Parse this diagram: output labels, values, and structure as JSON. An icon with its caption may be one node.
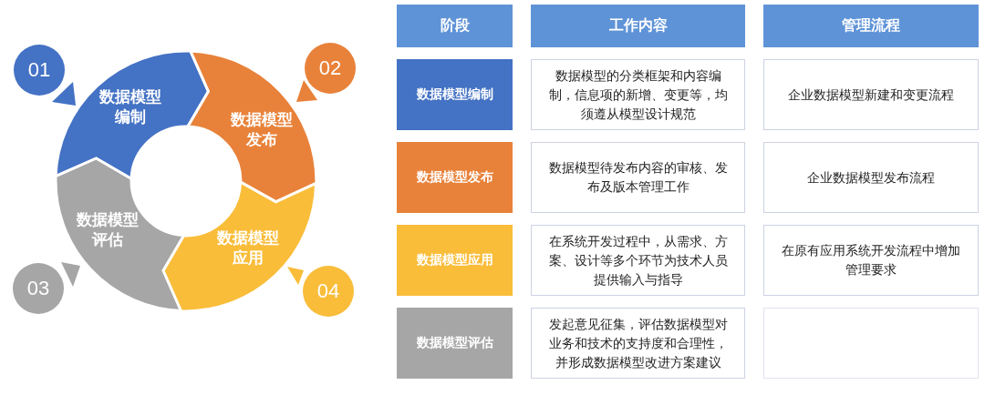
{
  "diagram": {
    "nodes": [
      {
        "text": [
          "01"
        ]
      },
      {
        "text": [
          "数据模型编制"
        ]
      },
      {
        "text": [
          "数据模型发布"
        ]
      },
      {
        "text": [
          "02"
        ]
      },
      {
        "text": [
          "数据模型评估"
        ]
      },
      {
        "text": [
          "数据模型应用"
        ]
      },
      {
        "text": [
          "03"
        ]
      },
      {
        "text": [
          "04"
        ]
      }
    ],
    "labels": [
      "阶段",
      "工作内容",
      "管理流程",
      "数据模型编制",
      "数据模型的分类框架和内容编制，信息项的新增、变更等，均须遵从模型设计规范",
      "企业数据模型新建和变更流程",
      "数据模型发布",
      "数据模型待发布内容的审核、发布及版本管理工作",
      "企业数据模型发布流程",
      "数据模型应用",
      "在系统开发过程中，从需求、方案、设计等多个环节为技术人员提供输入与指导",
      "在原有应用系统开发流程中增加管理要求",
      "数据模型评估",
      "发起意见征集，评估数据模型对业务和技术的支持度和合理性，并形成数据模型改进方案建议"
    ]
  }
}
